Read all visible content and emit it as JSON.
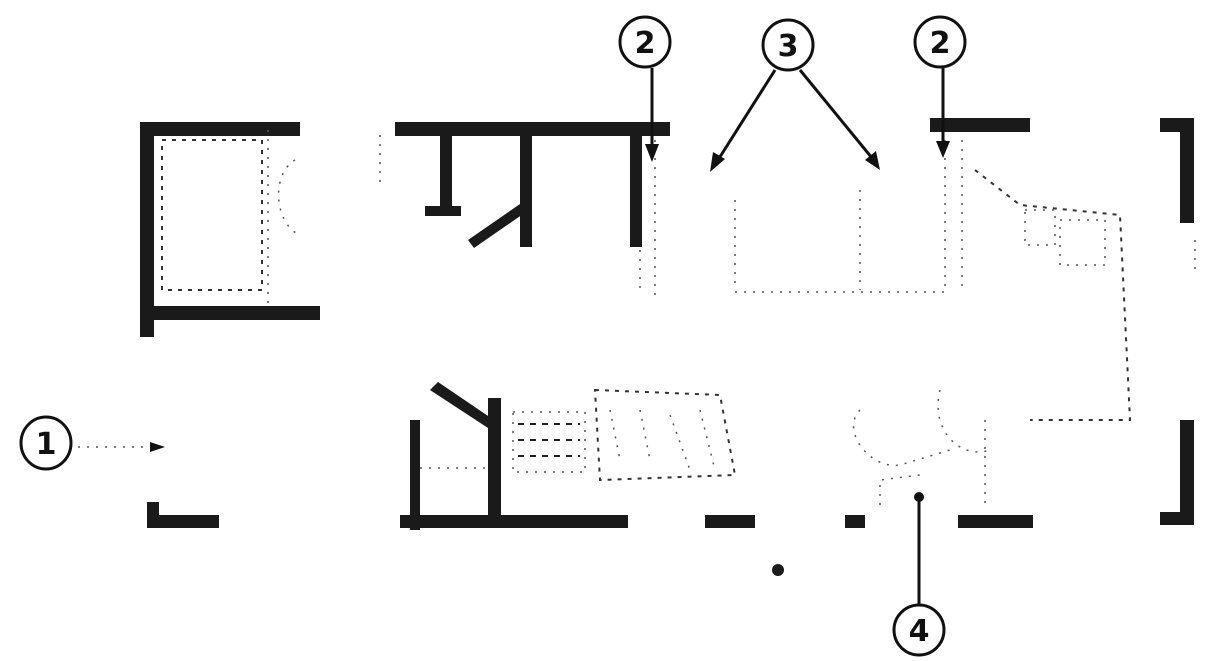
{
  "callouts": [
    {
      "id": "1",
      "label": "1"
    },
    {
      "id": "2a",
      "label": "2"
    },
    {
      "id": "3",
      "label": "3"
    },
    {
      "id": "2b",
      "label": "2"
    },
    {
      "id": "4",
      "label": "4"
    }
  ],
  "colors": {
    "wall": "#1a1a1a",
    "background": "#ffffff",
    "ink": "#111111"
  }
}
